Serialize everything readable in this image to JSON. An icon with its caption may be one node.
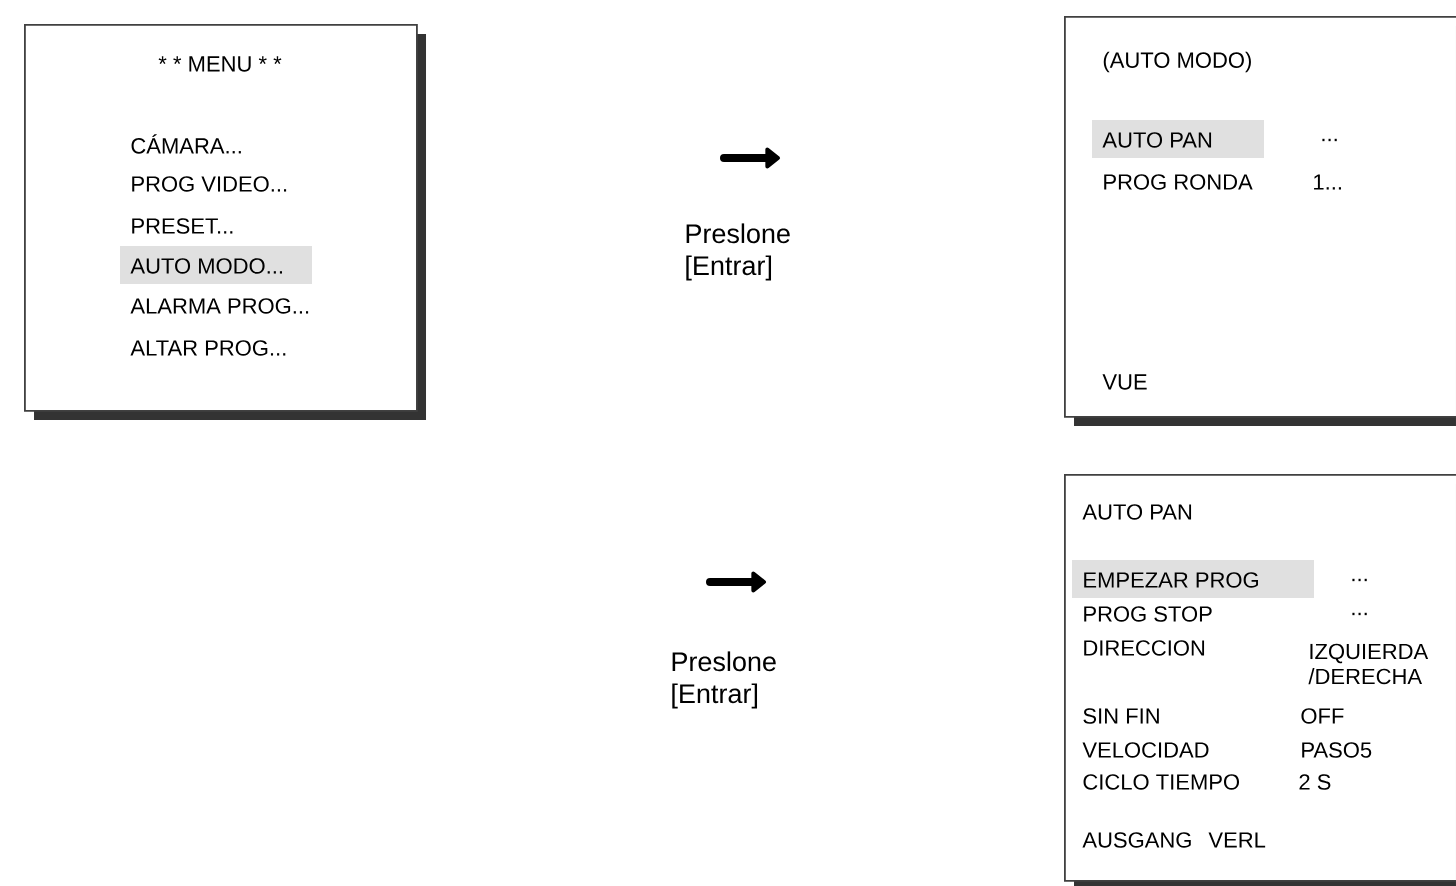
{
  "diagram": {
    "nodes": [
      {
        "text": [
          "* * MENU * *",
          "CÁMARA...",
          "PROG VIDEO...",
          "PRESET...",
          "AUTO MODO...",
          "ALARMA PROG...",
          "ALTAR PROG..."
        ]
      },
      {
        "text": [
          "(AUTO MODO)",
          "AUTO PAN",
          "...",
          "PROG RONDA",
          "1...",
          "VUE"
        ]
      },
      {
        "text": [
          "AUTO PAN",
          "EMPEZAR PROG",
          "...",
          "PROG STOP",
          "...",
          "DIRECCION",
          "IZQUIERDA /DERECHA",
          "SIN FIN",
          "OFF",
          "VELOCIDAD",
          "PASO5",
          "CICLO TIEMPO",
          "2 S",
          "AUSGANG",
          "VERL"
        ]
      }
    ],
    "labels": [
      "Preslone [Entrar]",
      "Preslone [Entrar]"
    ]
  }
}
